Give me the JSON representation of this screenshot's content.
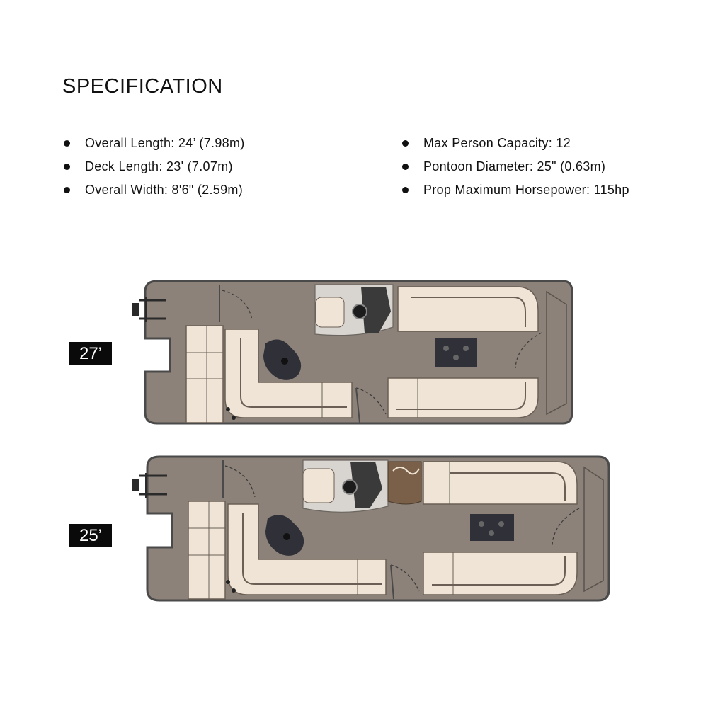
{
  "heading": "SPECIFICATION",
  "specs_left": [
    "Overall Length: 24’ (7.98m)",
    "Deck Length: 23' (7.07m)",
    "Overall Width: 8'6\" (2.59m)"
  ],
  "specs_right": [
    "Max Person Capacity: 12",
    "Pontoon Diameter: 25\" (0.63m)",
    "Prop Maximum Horsepower: 115hp"
  ],
  "boats": [
    {
      "label": "27’"
    },
    {
      "label": "25’"
    }
  ],
  "colors": {
    "deck": "#8c8279",
    "hull_outline": "#4a4a4a",
    "seat": "#efe4d6",
    "seat_stripe": "#6b5f55",
    "console": "#d8d4d0",
    "helm_dark": "#3a3a3a",
    "table_dark": "#2f3038",
    "cooler_brown": "#7a6048"
  }
}
